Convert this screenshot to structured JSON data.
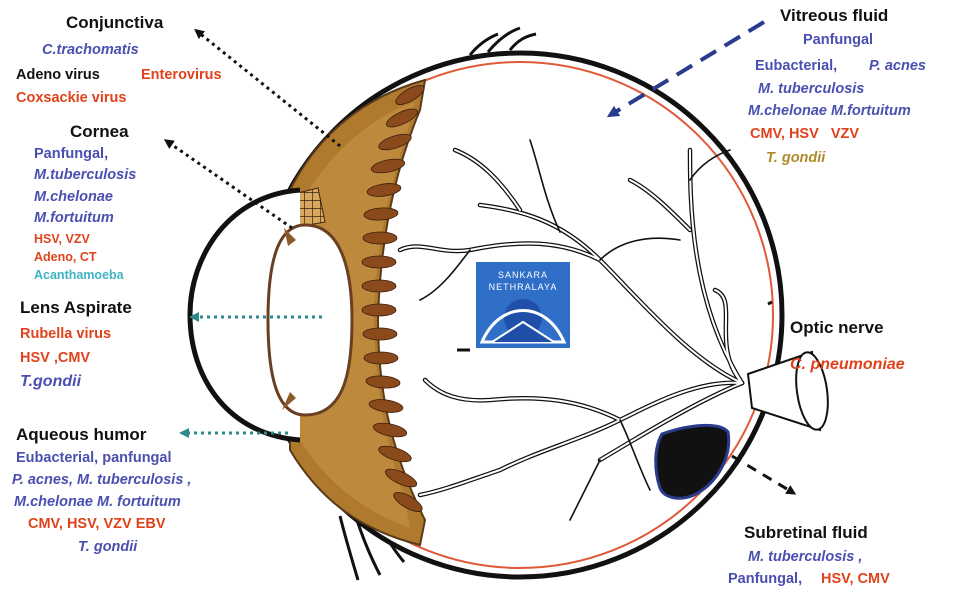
{
  "conjunctiva": {
    "title": "Conjunctiva",
    "line1": "C.trachomatis",
    "line2a": "Adeno virus",
    "line2b": "Enterovirus",
    "line3": "Coxsackie  virus"
  },
  "cornea": {
    "title": "Cornea",
    "l1": "Panfungal,",
    "l2": "M.tuberculosis",
    "l3": "M.chelonae",
    "l4": "M.fortuitum",
    "l5": "HSV, VZV",
    "l6": "Adeno, CT",
    "l7": "Acanthamoeba"
  },
  "lens": {
    "title": "Lens Aspirate",
    "l1": "Rubella virus",
    "l2": "HSV ,CMV",
    "l3": "T.gondii"
  },
  "aqueous": {
    "title": "Aqueous humor",
    "l1": "Eubacterial, panfungal",
    "l2": "P. acnes, M. tuberculosis ,",
    "l3": "M.chelonae  M. fortuitum",
    "l4": "CMV, HSV, VZV EBV",
    "l5": "T. gondii"
  },
  "vitreous": {
    "title": "Vitreous fluid",
    "l1": "Panfungal",
    "l2a": "Eubacterial,",
    "l2b": "P. acnes",
    "l3": "M. tuberculosis",
    "l4": "M.chelonae M.fortuitum",
    "l5": "CMV, HSV   VZV",
    "l6": "T. gondii"
  },
  "optic": {
    "title": "Optic nerve",
    "l1": "C. pneumoniae"
  },
  "subretinal": {
    "title": "Subretinal fluid",
    "l1": "M. tuberculosis ,",
    "l2a": "Panfungal,",
    "l2b": "HSV, CMV"
  },
  "logo": {
    "line1": "SANKARA",
    "line2": "NETHRALAYA"
  },
  "colors": {
    "blue": "#4a4fb0",
    "red": "#e0421b",
    "cyan": "#3fb4c4",
    "tan": "#b08a2a",
    "uvea": "#b07a2e",
    "logo_blue": "#2f6fc8"
  }
}
